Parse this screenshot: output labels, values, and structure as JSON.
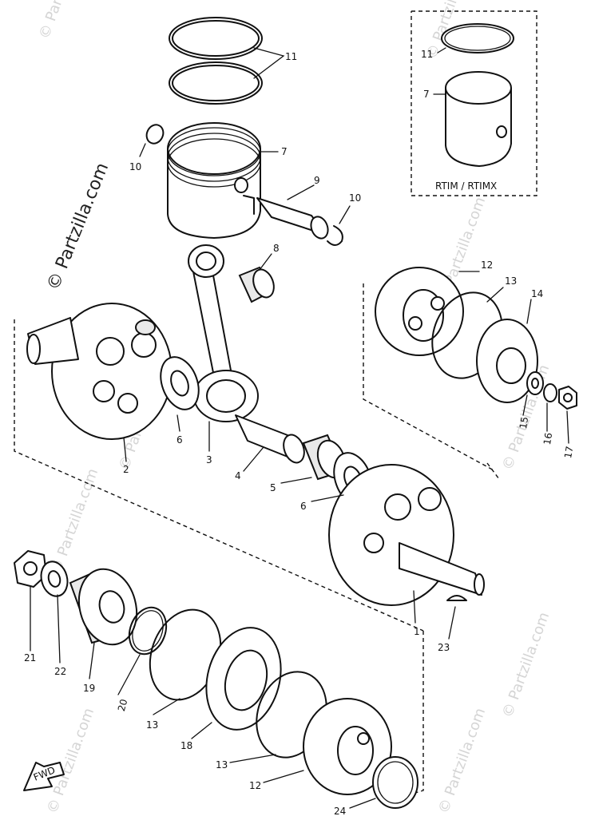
{
  "watermark": {
    "main": "© Partzilla.com",
    "faint": "© Partzilla.com"
  },
  "variant_box": {
    "title": "RTIM / RTIMX"
  },
  "callouts": [
    {
      "id": "c11a",
      "text": "11"
    },
    {
      "id": "c7a",
      "text": "7"
    },
    {
      "id": "c10a",
      "text": "10"
    },
    {
      "id": "c9",
      "text": "9"
    },
    {
      "id": "c10b",
      "text": "10"
    },
    {
      "id": "c8",
      "text": "8"
    },
    {
      "id": "c11b",
      "text": "11"
    },
    {
      "id": "c7b",
      "text": "7"
    },
    {
      "id": "c12a",
      "text": "12"
    },
    {
      "id": "c13a",
      "text": "13"
    },
    {
      "id": "c14",
      "text": "14"
    },
    {
      "id": "c15",
      "text": "15"
    },
    {
      "id": "c16",
      "text": "16"
    },
    {
      "id": "c17",
      "text": "17"
    },
    {
      "id": "c6a",
      "text": "6"
    },
    {
      "id": "c3",
      "text": "3"
    },
    {
      "id": "c2",
      "text": "2"
    },
    {
      "id": "c4",
      "text": "4"
    },
    {
      "id": "c5",
      "text": "5"
    },
    {
      "id": "c6b",
      "text": "6"
    },
    {
      "id": "c1",
      "text": "1"
    },
    {
      "id": "c23",
      "text": "23"
    },
    {
      "id": "c21",
      "text": "21"
    },
    {
      "id": "c22",
      "text": "22"
    },
    {
      "id": "c19",
      "text": "19"
    },
    {
      "id": "c20",
      "text": "20"
    },
    {
      "id": "c13b",
      "text": "13"
    },
    {
      "id": "c18",
      "text": "18"
    },
    {
      "id": "c13c",
      "text": "13"
    },
    {
      "id": "c12b",
      "text": "12"
    },
    {
      "id": "c24",
      "text": "24"
    }
  ],
  "fwd_arrow": {
    "text": "FWD"
  },
  "colors": {
    "line": "#111111",
    "watermark": "#d5d5d5",
    "background": "#ffffff"
  }
}
